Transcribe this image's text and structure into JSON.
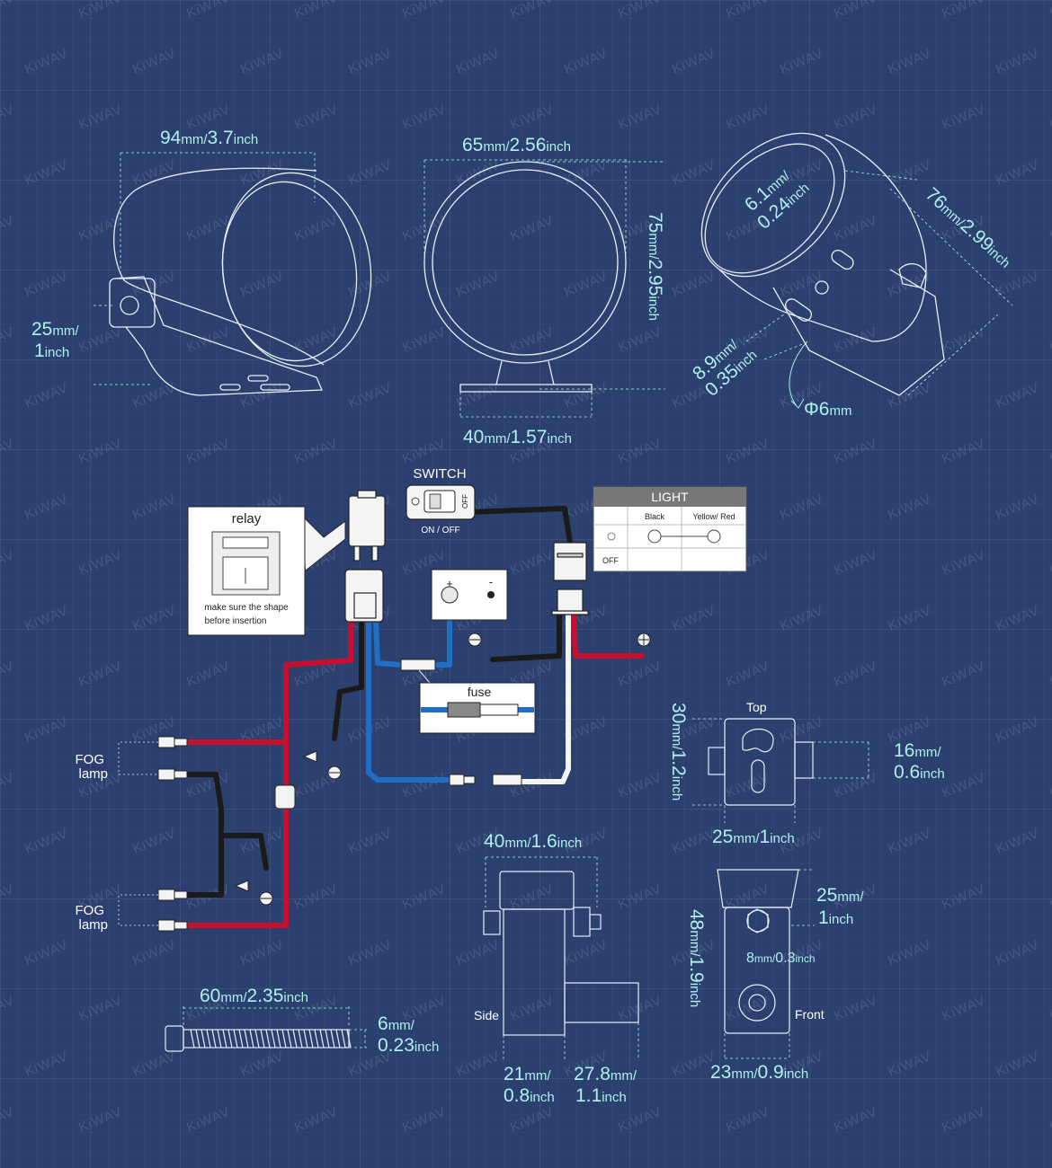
{
  "watermark": "KiWAV",
  "lamp_side": {
    "length_mm": "94",
    "length_unit": "mm/",
    "length_in": "3.7",
    "length_in_unit": "inch",
    "bracket_mm": "25",
    "bracket_unit": "mm/",
    "bracket_in": "1",
    "bracket_in_unit": "inch"
  },
  "lamp_front": {
    "width_mm": "65",
    "width_unit": "mm/",
    "width_in": "2.56",
    "width_in_unit": "inch",
    "height_mm": "75",
    "height_unit": "mm/",
    "height_in": "2.95",
    "height_in_unit": "inch",
    "base_mm": "40",
    "base_unit": "mm/",
    "base_in": "1.57",
    "base_in_unit": "inch"
  },
  "lamp_angle": {
    "slot_mm": "6.1",
    "slot_unit": "mm/",
    "slot_in": "0.24",
    "slot_in_unit": "inch",
    "depth_mm": "76",
    "depth_unit": "mm/",
    "depth_in": "2.99",
    "depth_in_unit": "inch",
    "hole_mm": "8.9",
    "hole_unit": "mm/",
    "hole_in": "0.35",
    "hole_in_unit": "inch",
    "bolt_symbol": "Φ",
    "bolt_value": "6",
    "bolt_unit": "mm"
  },
  "wiring": {
    "switch_title": "SWITCH",
    "switch_caption": "ON / OFF",
    "switch_off": "OFF",
    "relay_title": "relay",
    "relay_note_1": "make sure the shape",
    "relay_note_2": "before insertion",
    "fuse_title": "fuse",
    "battery_plus": "+",
    "battery_minus": "-",
    "fog_lamp_1a": "FOG",
    "fog_lamp_1b": "lamp",
    "fog_lamp_2a": "FOG",
    "fog_lamp_2b": "lamp",
    "light_table": {
      "title": "LIGHT",
      "col_1": "Black",
      "col_2": "Yellow/ Red",
      "row_off": "OFF"
    }
  },
  "mount_top": {
    "label": "Top",
    "height_mm": "30",
    "height_unit": "mm/",
    "height_in": "1.2",
    "height_in_unit": "inch",
    "bolt_mm": "16",
    "bolt_unit": "mm/",
    "bolt_in": "0.6",
    "bolt_in_unit": "inch",
    "width_mm": "25",
    "width_unit": "mm/",
    "width_in": "1",
    "width_in_unit": "inch"
  },
  "mount_side": {
    "label": "Side",
    "width_mm": "40",
    "width_unit": "mm/",
    "width_in": "1.6",
    "width_in_unit": "inch",
    "a_mm": "21",
    "a_unit": "mm/",
    "a_in": "0.8",
    "a_in_unit": "inch",
    "b_mm": "27.8",
    "b_unit": "mm/",
    "b_in": "1.1",
    "b_in_unit": "inch"
  },
  "mount_front": {
    "label": "Front",
    "height_mm": "48",
    "height_unit": "mm/",
    "height_in": "1.9",
    "height_in_unit": "inch",
    "top_mm": "25",
    "top_unit": "mm/",
    "top_in": "1",
    "top_in_unit": "inch",
    "hole_mm": "8",
    "hole_unit": "mm/",
    "hole_in": "0.3",
    "hole_in_unit": "inch",
    "width_mm": "23",
    "width_unit": "mm/",
    "width_in": "0.9",
    "width_in_unit": "inch"
  },
  "screw": {
    "length_mm": "60",
    "length_unit": "mm/",
    "length_in": "2.35",
    "length_in_unit": "inch",
    "dia_mm": "6",
    "dia_unit": "mm/",
    "dia_in": "0.23",
    "dia_in_unit": "inch"
  },
  "colors": {
    "background": "#2b406f",
    "line": "#e8eef8",
    "dim": "#aef0ee",
    "red_wire": "#c8102e",
    "blue_wire": "#1f6fc4",
    "black_wire": "#1a1a1a"
  }
}
